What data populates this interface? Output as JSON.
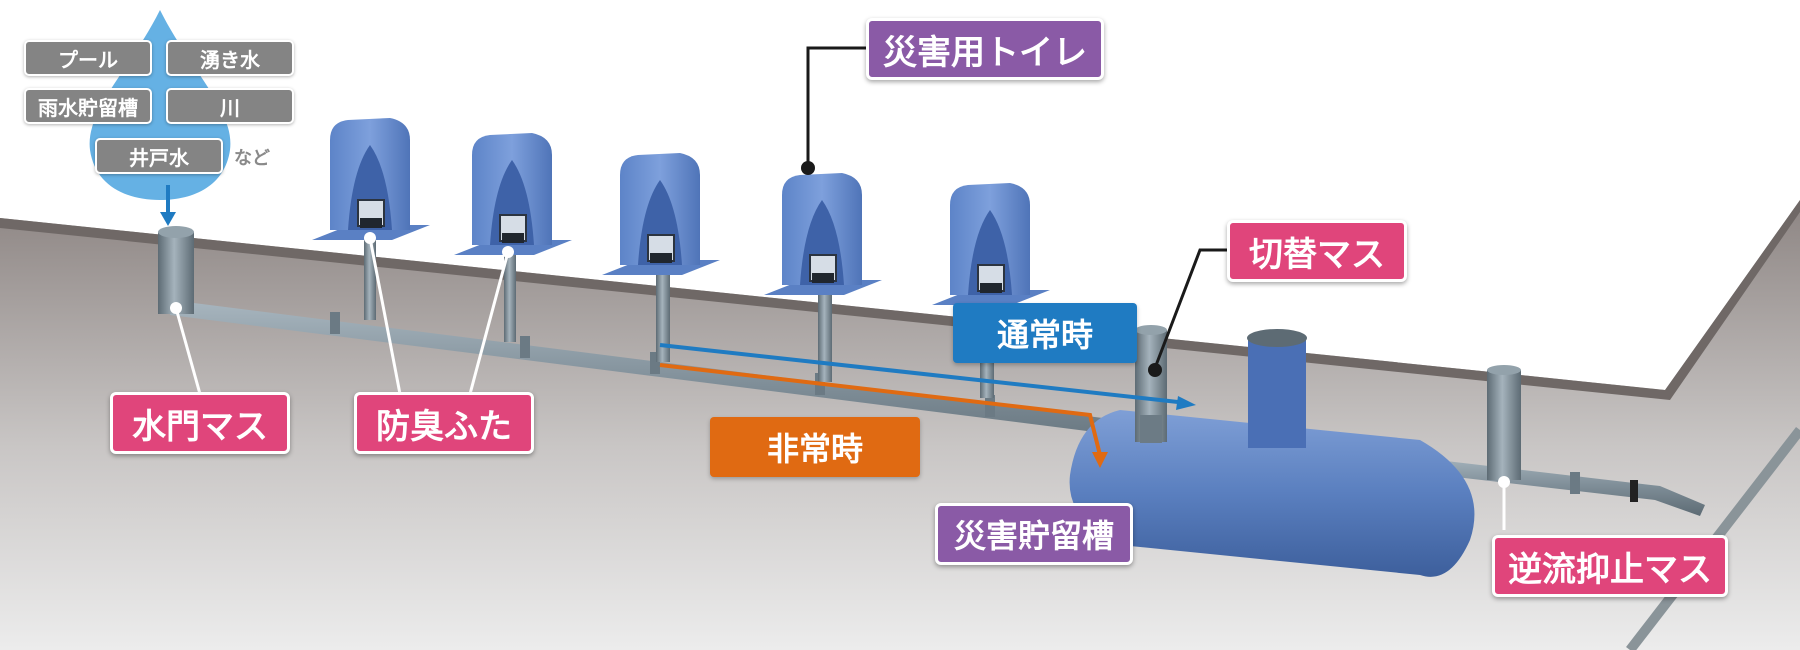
{
  "sources": {
    "items": [
      "プール",
      "湧き水",
      "雨水貯留槽",
      "川",
      "井戸水"
    ],
    "suffix": "など"
  },
  "labels": {
    "disaster_toilet": "災害用トイレ",
    "switch_basin": "切替マス",
    "normal_time": "通常時",
    "emergency_time": "非常時",
    "sluice_basin": "水門マス",
    "deodorizing_lid": "防臭ふた",
    "disaster_tank": "災害貯留槽",
    "backflow_basin": "逆流抑止マス"
  },
  "colors": {
    "label_pink": "#e0457b",
    "label_purple": "#8a5aa6",
    "normal_flow_blue": "#1f7bc2",
    "emergency_flow_orange": "#e06a12",
    "source_gray": "#848484",
    "water_drop": "#4aa3df",
    "toilet_blue": "#6a8fd0",
    "pipe_gray": "#7f8e98"
  },
  "icons": {
    "water_drop": "water-drop-icon",
    "toilet": "toilet-booth-icon"
  }
}
